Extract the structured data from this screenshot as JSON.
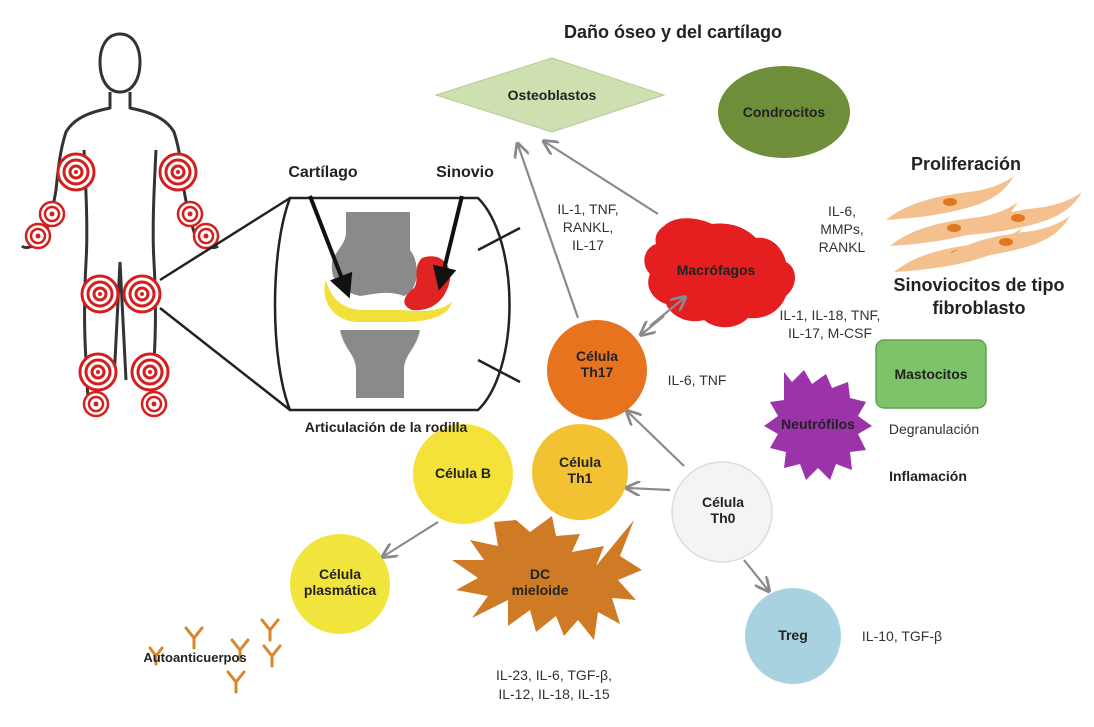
{
  "title": "Daño óseo y del cartílago",
  "joint": {
    "cartilage_label": "Cartílago",
    "synovium_label": "Sinovio",
    "caption": "Articulación de la rodilla"
  },
  "nodes": {
    "osteoblasts": "Osteoblastos",
    "chondrocytes": "Condrocitos",
    "macrophages": "Macrófagos",
    "th17": [
      "Célula",
      "Th17"
    ],
    "th1": [
      "Célula",
      "Th1"
    ],
    "th0": [
      "Célula",
      "Th0"
    ],
    "bcell": "Célula B",
    "plasma": [
      "Célula",
      "plasmática"
    ],
    "dc": [
      "DC",
      "mieloide"
    ],
    "treg": "Treg",
    "mast": "Mastocitos",
    "neutrophils": "Neutrófilos"
  },
  "labels": {
    "proliferation": "Proliferación",
    "fibroblast": [
      "Sinoviocitos de tipo",
      "fibroblasto"
    ],
    "degranulation": "Degranulación",
    "inflammation": "Inflamación",
    "autoantibodies": "Autoanticuerpos"
  },
  "cytokines": {
    "th17_to_osteo": [
      "IL-1, TNF,",
      "RANKL,",
      "IL-17"
    ],
    "mac_to_fibro": [
      "IL-6,",
      "MMPs,",
      "RANKL"
    ],
    "mac_out": [
      "IL-1, IL-18, TNF,",
      "IL-17, M-CSF"
    ],
    "th17": "IL-6, TNF",
    "dc": [
      "IL-23, IL-6, TGF-β,",
      "IL-12, IL-18, IL-15"
    ],
    "treg": "IL-10, TGF-β"
  },
  "colors": {
    "inflamed_joint": "#e02424",
    "osteoblast": "#cfe0b0",
    "chondrocyte": "#6f8e3a",
    "macrophage": "#e51f1f",
    "th17": "#e8731e",
    "th1": "#f3c233",
    "bcell": "#f4e23a",
    "plasma": "#f1e53d",
    "th0": "#f4f4f4",
    "treg": "#a9d2e0",
    "dc": "#cf7a24",
    "mast": "#7cc36a",
    "neutrophil": "#9b34a8",
    "arrow": "#8a8a8a",
    "fibroblast": "#f3c08e"
  }
}
